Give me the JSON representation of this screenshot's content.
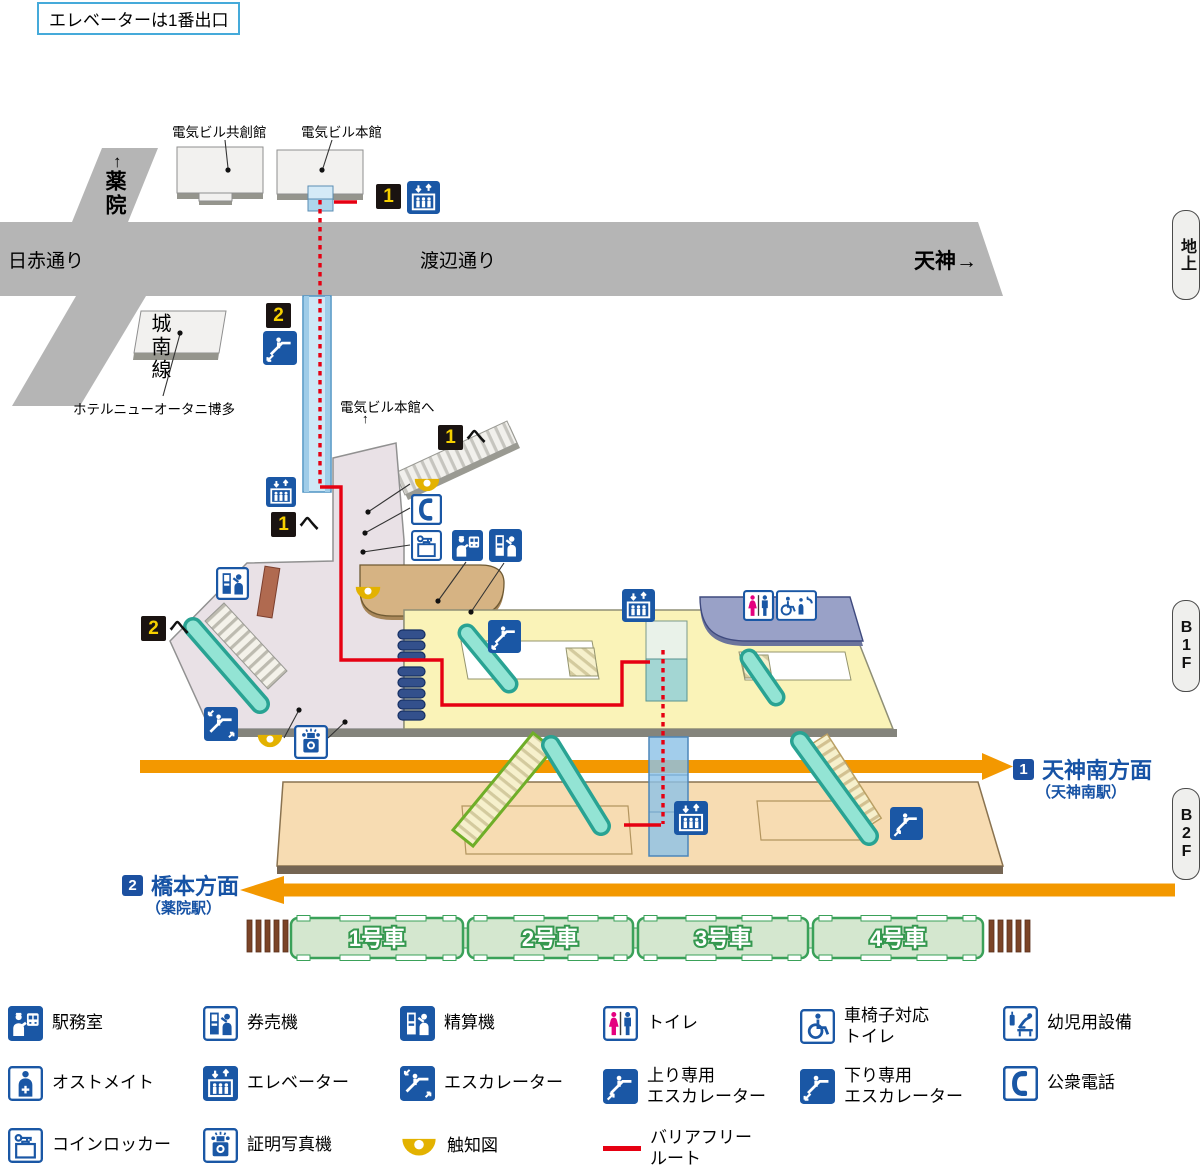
{
  "note": "エレベーターは1番出口",
  "streets": {
    "nisseki": "日赤通り",
    "watanabe": "渡辺通り",
    "tenjin": "天神→",
    "yakuin_arrow": "↑",
    "yakuin": "薬院",
    "jonan": "城南線"
  },
  "buildings": {
    "kyoso": "電気ビル共創館",
    "honkan": "電気ビル本館",
    "hotel": "ホテルニューオータニ博多",
    "to_honkan": "電気ビル本館へ",
    "to_honkan_arrow": "↑"
  },
  "tabs": {
    "ground": "地上",
    "b1f": "B1F",
    "b2f": "B2F"
  },
  "exits": {
    "exit1": "1",
    "exit2": "2",
    "to_suffix": "へ"
  },
  "dir1": {
    "num": "1",
    "name": "天神南方面",
    "station": "（天神南駅）"
  },
  "dir2": {
    "num": "2",
    "name": "橋本方面",
    "station": "（薬院駅）"
  },
  "cars": [
    "1号車",
    "2号車",
    "3号車",
    "4号車"
  ],
  "legend": {
    "items": [
      {
        "icon": "station-office-icon",
        "label": "駅務室"
      },
      {
        "icon": "ticket-machine-icon",
        "label": "券売機"
      },
      {
        "icon": "fare-adjustment-icon",
        "label": "精算機"
      },
      {
        "icon": "toilet-icon",
        "label": "トイレ"
      },
      {
        "icon": "wheelchair-toilet-icon",
        "label": "車椅子対応",
        "label2": "トイレ"
      },
      {
        "icon": "nursery-icon",
        "label": "幼児用設備"
      },
      {
        "icon": "ostomate-icon",
        "label": "オストメイト"
      },
      {
        "icon": "elevator-icon",
        "label": "エレベーター"
      },
      {
        "icon": "escalator-icon",
        "label": "エスカレーター"
      },
      {
        "icon": "escalator-up-icon",
        "label": "上り専用",
        "label2": "エスカレーター"
      },
      {
        "icon": "escalator-down-icon",
        "label": "下り専用",
        "label2": "エスカレーター"
      },
      {
        "icon": "public-phone-icon",
        "label": "公衆電話"
      },
      {
        "icon": "coin-locker-icon",
        "label": "コインロッカー"
      },
      {
        "icon": "photo-booth-icon",
        "label": "証明写真機"
      },
      {
        "icon": "tactile-map-icon",
        "label": "触知図"
      },
      {
        "icon": "route-line",
        "label": "バリアフリー",
        "label2": "ルート"
      }
    ]
  },
  "colors": {
    "icon_blue": "#1a57a5",
    "route_red": "#e60012",
    "arrow_orange": "#f39800",
    "tactile_yellow": "#e3b200",
    "badge_black": "#1a1311",
    "badge_yellow": "#f6d000",
    "platform_blue": "#1c50a0",
    "train_green": "#3aa159"
  }
}
